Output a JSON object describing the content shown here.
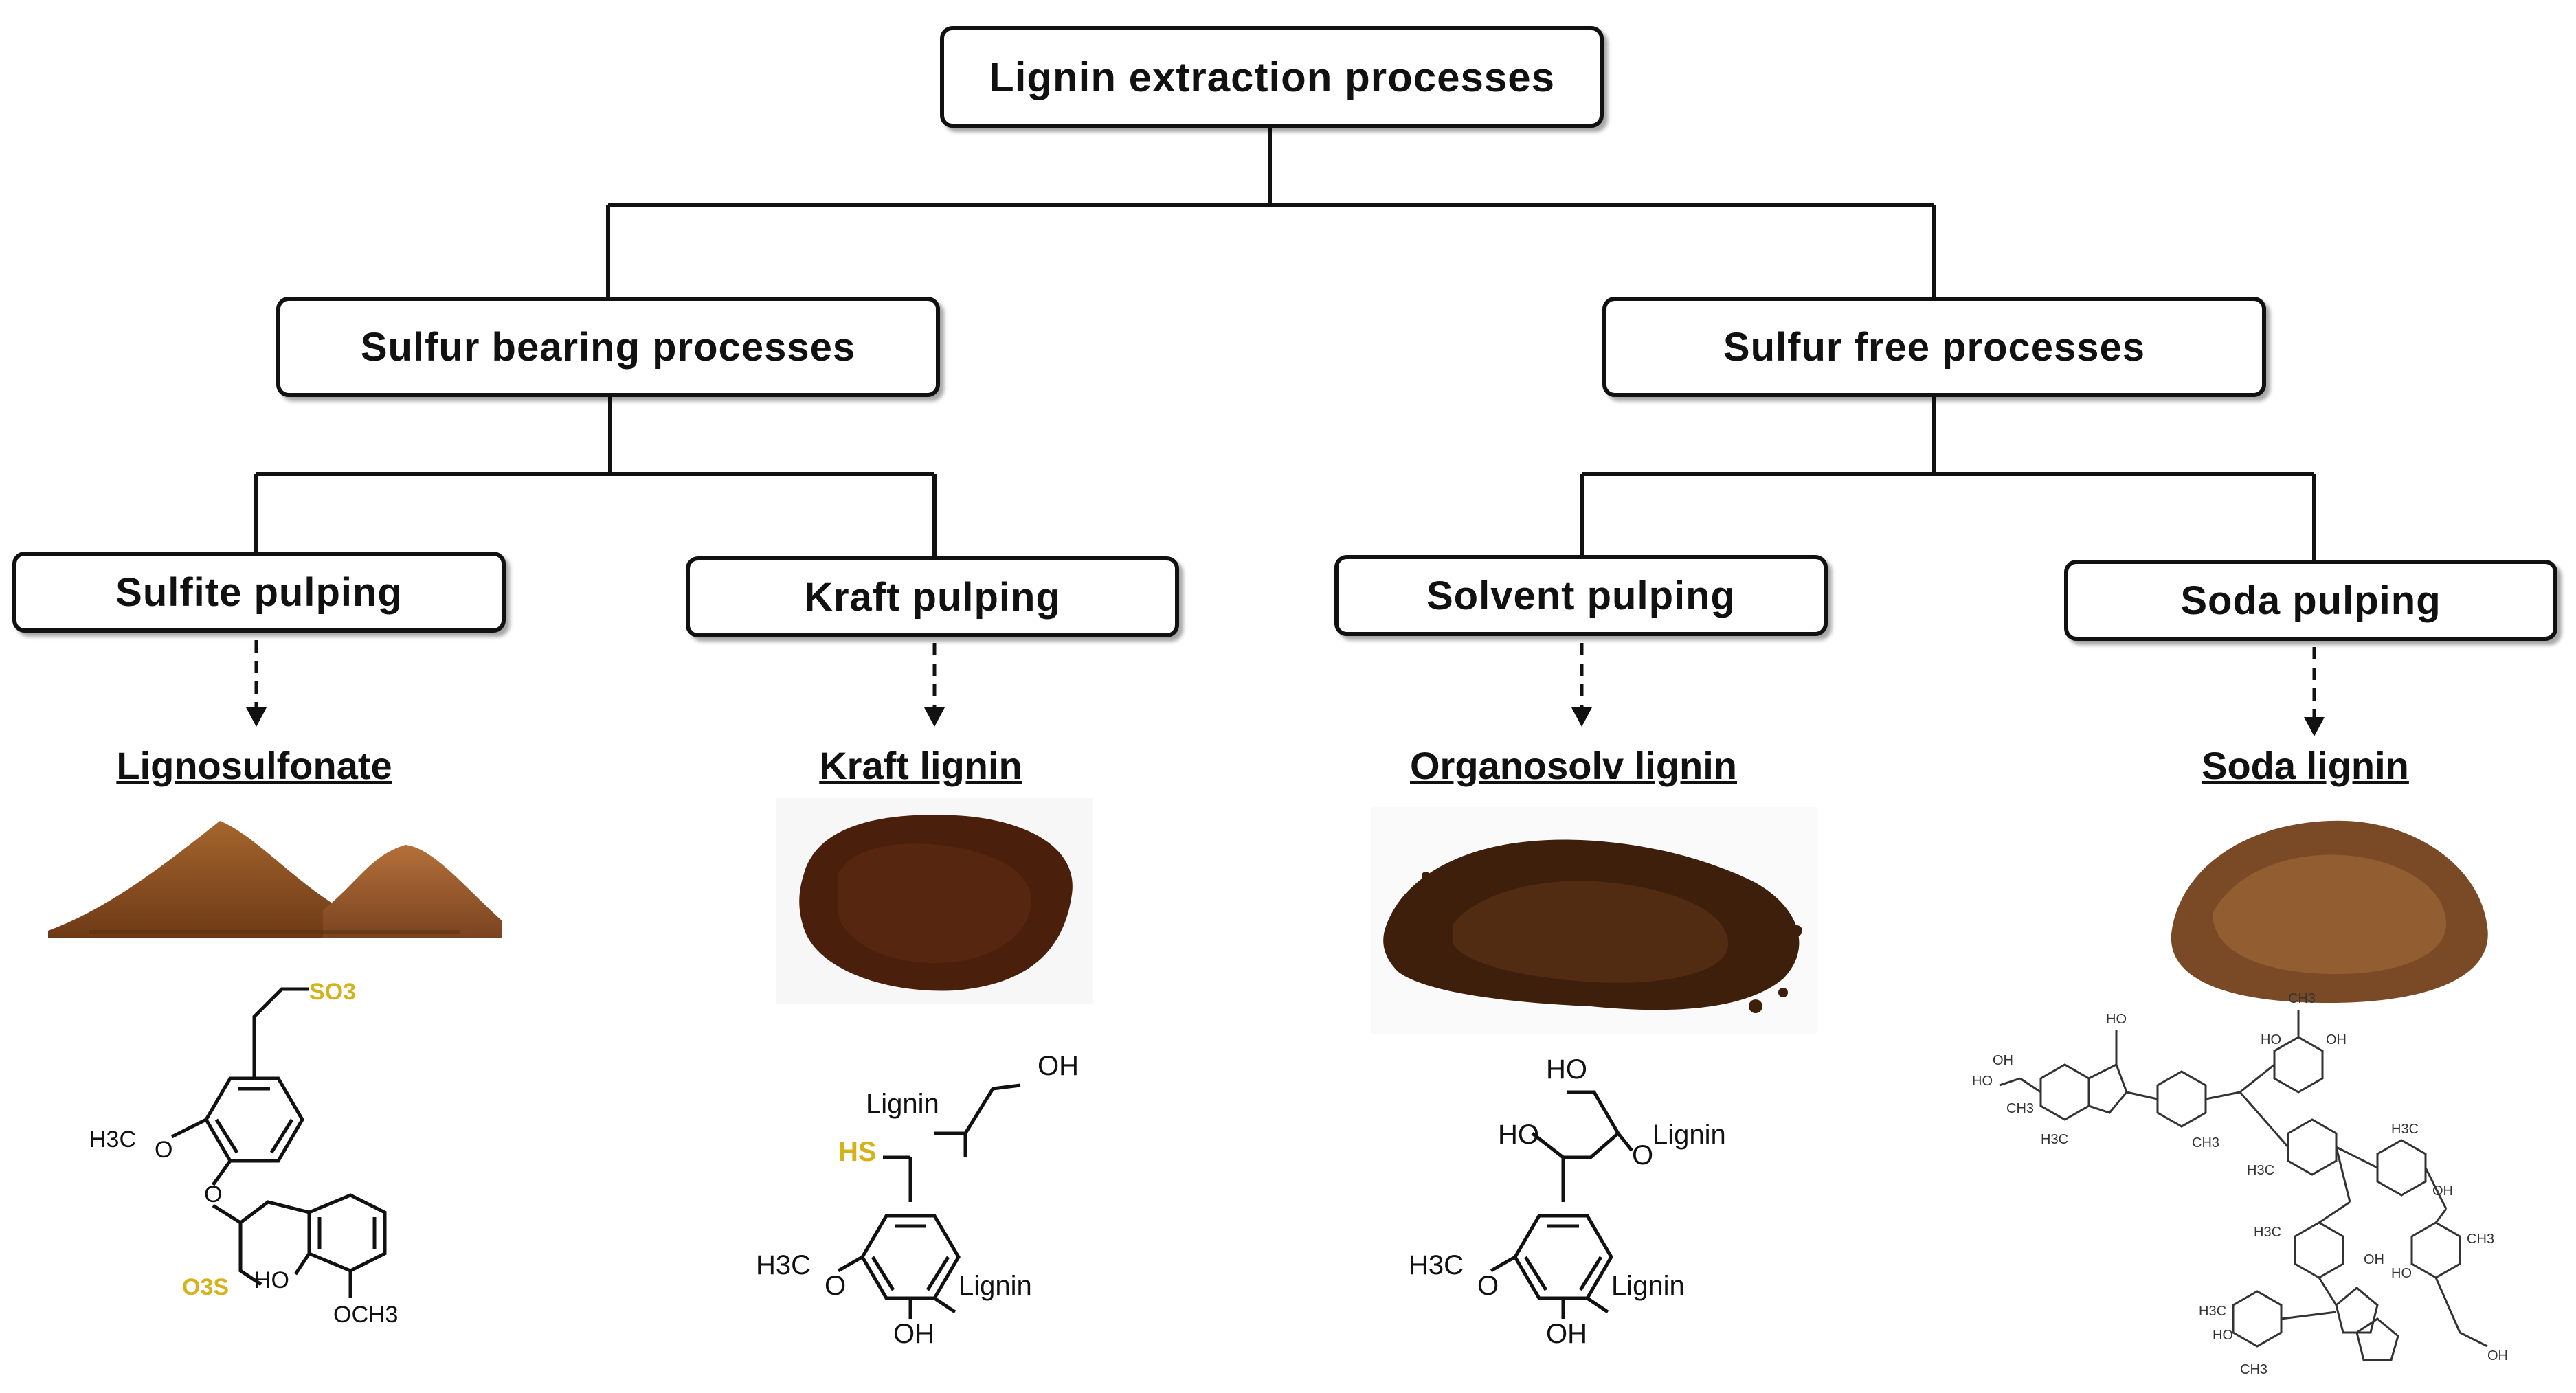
{
  "root": {
    "label": "Lignin extraction processes"
  },
  "categories": [
    {
      "label": "Sulfur bearing processes"
    },
    {
      "label": "Sulfur free processes"
    }
  ],
  "processes": [
    {
      "label": "Sulfite pulping",
      "product": "Lignosulfonate"
    },
    {
      "label": "Kraft pulping",
      "product": "Kraft lignin"
    },
    {
      "label": "Solvent pulping",
      "product": "Organosolv lignin"
    },
    {
      "label": "Soda pulping",
      "product": "Soda lignin"
    }
  ],
  "structures": {
    "lignosulfonate": {
      "so3_top": "SO3",
      "methoxy": "H3C",
      "o": "O",
      "so3_bottom": "O3S",
      "ho": "HO",
      "och3": "OCH3"
    },
    "kraft": {
      "oh": "OH",
      "lignin_top": "Lignin",
      "hs": "HS",
      "h3c": "H3C",
      "o": "O",
      "lignin_right": "Lignin",
      "oh_bottom": "OH"
    },
    "organosolv": {
      "ho_top": "HO",
      "ho": "HO",
      "o_lignin": "Lignin",
      "o": "O",
      "h3c": "H3C",
      "lignin_right": "Lignin",
      "oh_bottom": "OH"
    }
  },
  "colors": {
    "sulfur_highlight": "#d4b21a",
    "line": "#111111"
  }
}
